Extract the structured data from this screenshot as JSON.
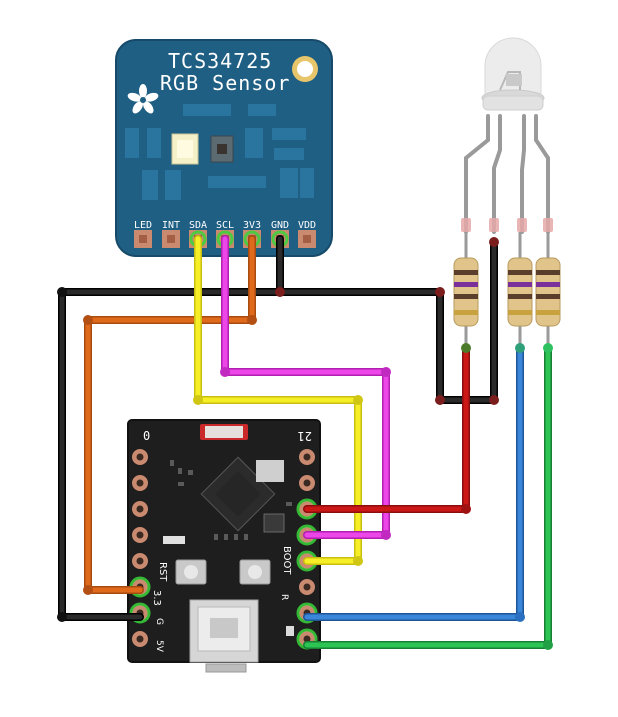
{
  "sensor": {
    "title_line1": "TCS34725",
    "title_line2": "RGB Sensor",
    "pins": [
      "LED",
      "INT",
      "SDA",
      "SCL",
      "3V3",
      "GND",
      "VDD"
    ],
    "board_color": "#1f5f84"
  },
  "mcu": {
    "left_top_label": "0",
    "right_top_label": "21",
    "rst_label": "RST",
    "boot_label": "BOOT",
    "pin_3v3_label": "3.3",
    "pin_g_label": "G",
    "pin_5v_label": "5V",
    "pin_r_label": "R",
    "board_color": "#1e1e1e"
  },
  "led": {
    "type": "RGB LED (common cathode)"
  },
  "wire_colors": {
    "black": "#1a1a1a",
    "orange": "#d9641a",
    "yellow": "#f2ea1c",
    "magenta": "#e534e0",
    "red": "#c41414",
    "blue": "#2f7ad0",
    "green": "#22b34a"
  }
}
